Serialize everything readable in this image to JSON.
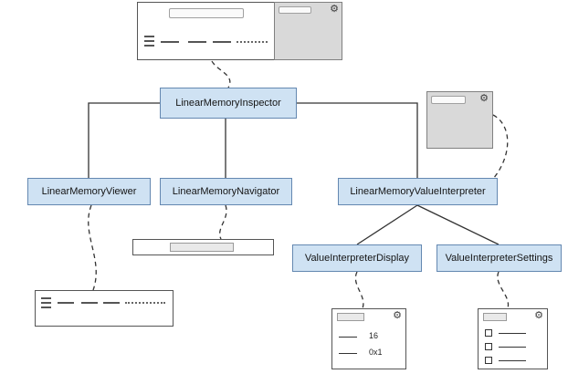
{
  "nodes": {
    "inspector": "LinearMemoryInspector",
    "viewer": "LinearMemoryViewer",
    "navigator": "LinearMemoryNavigator",
    "value_interpreter": "LinearMemoryValueInterpreter",
    "display": "ValueInterpreterDisplay",
    "settings": "ValueInterpreterSettings"
  },
  "mockups": {
    "display_values": [
      "16",
      "0x1"
    ]
  },
  "icons": {
    "gear": "⚙"
  },
  "colors": {
    "node_fill": "#cfe2f3",
    "node_border": "#6488b1",
    "panel_fill": "#d9d9d9",
    "connector": "#333333"
  }
}
